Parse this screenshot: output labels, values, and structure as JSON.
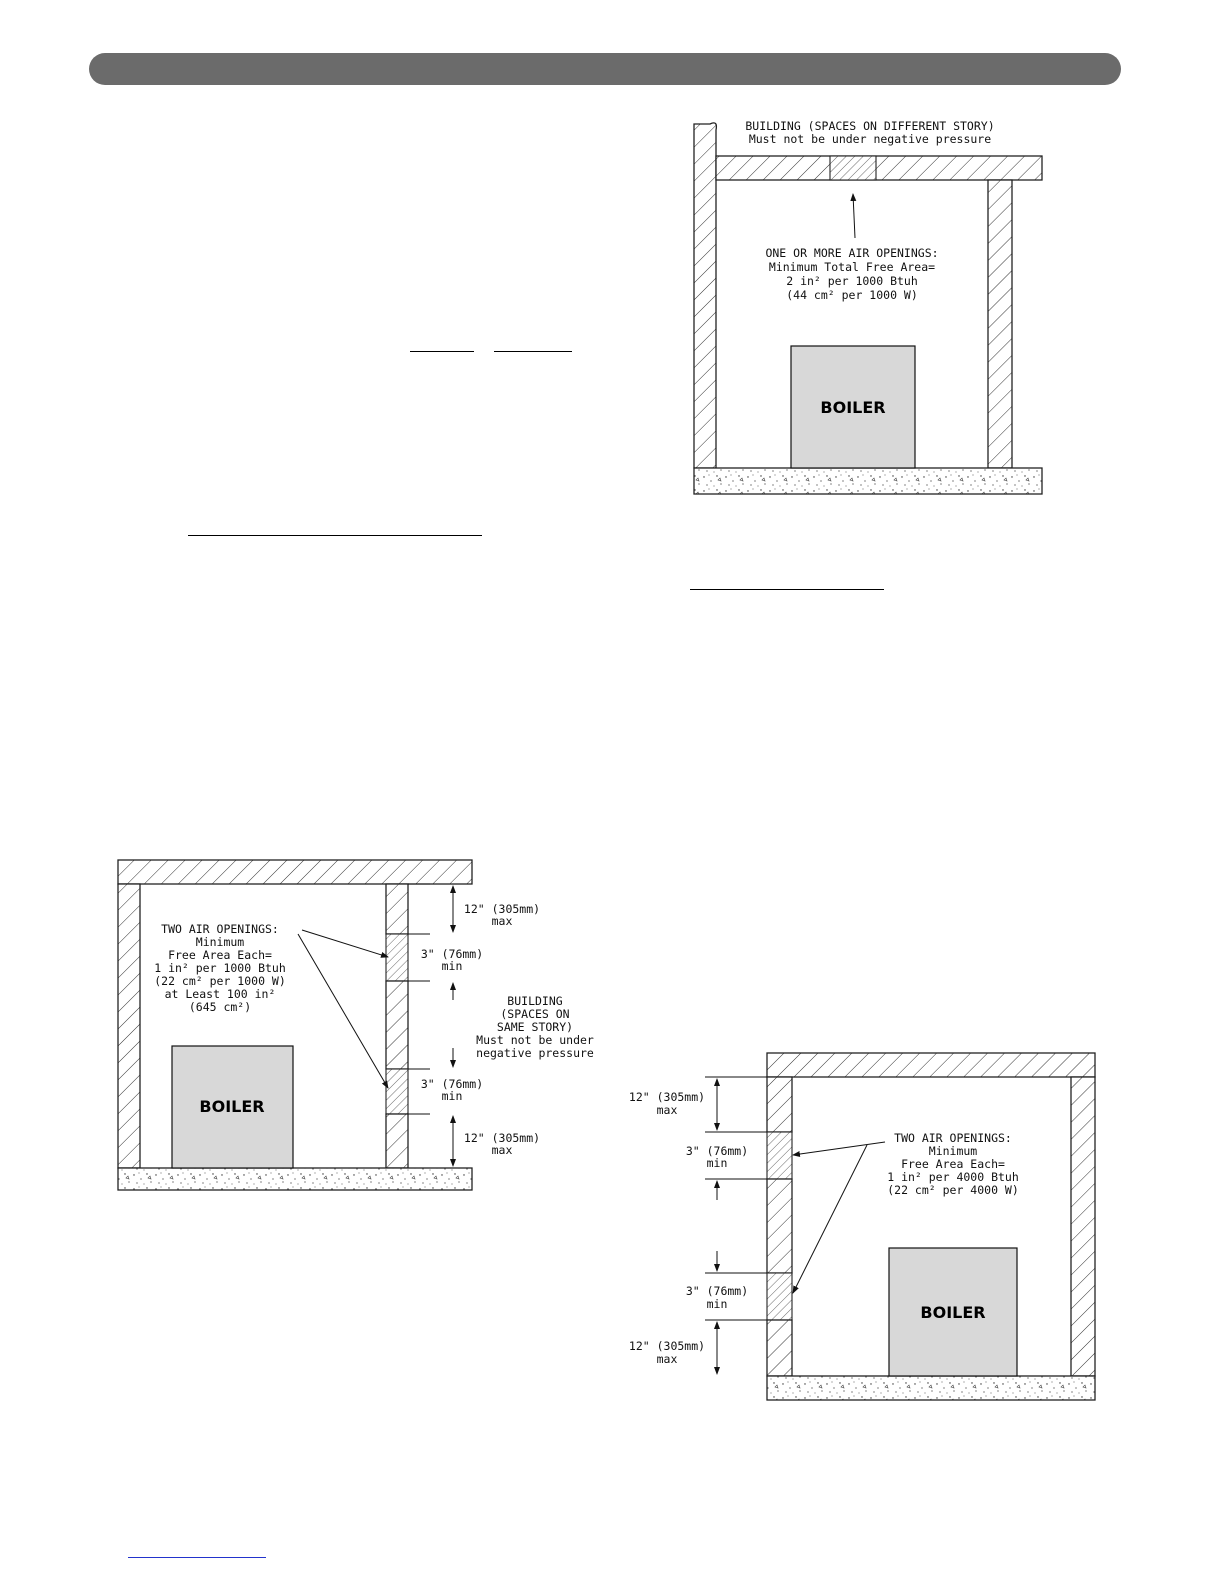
{
  "figures": {
    "fig_top_right": {
      "header_line1": "BUILDING (SPACES ON DIFFERENT STORY)",
      "header_line2": "Must not be under negative pressure",
      "openings": [
        "ONE OR MORE AIR OPENINGS:",
        "Minimum Total Free Area=",
        "2 in² per 1000 Btuh",
        "(44 cm² per 1000 W)"
      ],
      "boiler": "BOILER"
    },
    "fig_bottom_left": {
      "openings": [
        "TWO AIR OPENINGS:",
        "Minimum",
        "Free Area Each=",
        "1 in² per 1000 Btuh",
        "(22 cm² per 1000 W)",
        "at Least 100 in²",
        "(645 cm²)"
      ],
      "dim_top": [
        "12\" (305mm)",
        "max"
      ],
      "dim_open1": [
        "3\" (76mm)",
        "min"
      ],
      "building": [
        "BUILDING",
        "(SPACES ON",
        "SAME STORY)",
        "Must not be under",
        "negative pressure"
      ],
      "dim_open2": [
        "3\" (76mm)",
        "min"
      ],
      "dim_bottom": [
        "12\" (305mm)",
        "max"
      ],
      "boiler": "BOILER"
    },
    "fig_bottom_right": {
      "dim_top": [
        "12\" (305mm)",
        "max"
      ],
      "dim_open1": [
        "3\" (76mm)",
        "min"
      ],
      "openings": [
        "TWO AIR OPENINGS:",
        "Minimum",
        "Free Area Each=",
        "1 in² per 4000 Btuh",
        "(22 cm² per 4000 W)"
      ],
      "dim_open2": [
        "3\" (76mm)",
        "min"
      ],
      "dim_bottom": [
        "12\" (305mm)",
        "max"
      ],
      "boiler": "BOILER"
    }
  }
}
